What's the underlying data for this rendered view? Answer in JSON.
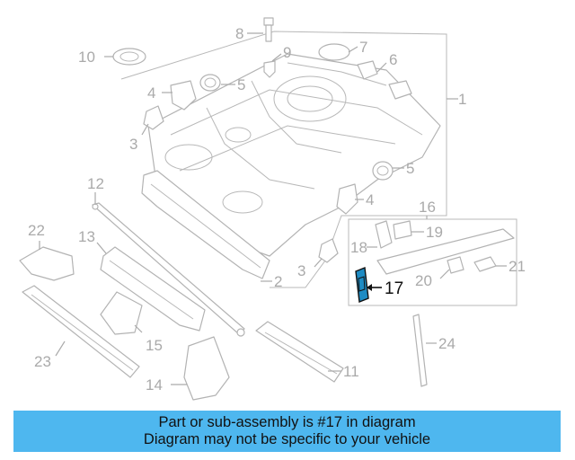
{
  "callouts": {
    "c1": "1",
    "c2": "2",
    "c3a": "3",
    "c3b": "3",
    "c4a": "4",
    "c4b": "4",
    "c5a": "5",
    "c5b": "5",
    "c6": "6",
    "c7": "7",
    "c8": "8",
    "c9": "9",
    "c10": "10",
    "c11": "11",
    "c12": "12",
    "c13": "13",
    "c14": "14",
    "c15": "15",
    "c16": "16",
    "c17": "17",
    "c18": "18",
    "c19": "19",
    "c20": "20",
    "c21": "21",
    "c22": "22",
    "c23": "23",
    "c24": "24"
  },
  "highlighted_part": "17",
  "banner": {
    "line1": "Part or sub-assembly is #17 in diagram",
    "line2": "Diagram may not be specific to your vehicle"
  },
  "colors": {
    "banner_bg": "#4eb7ef",
    "highlight": "#1e8bc3",
    "line_art": "#b3b3b3"
  }
}
